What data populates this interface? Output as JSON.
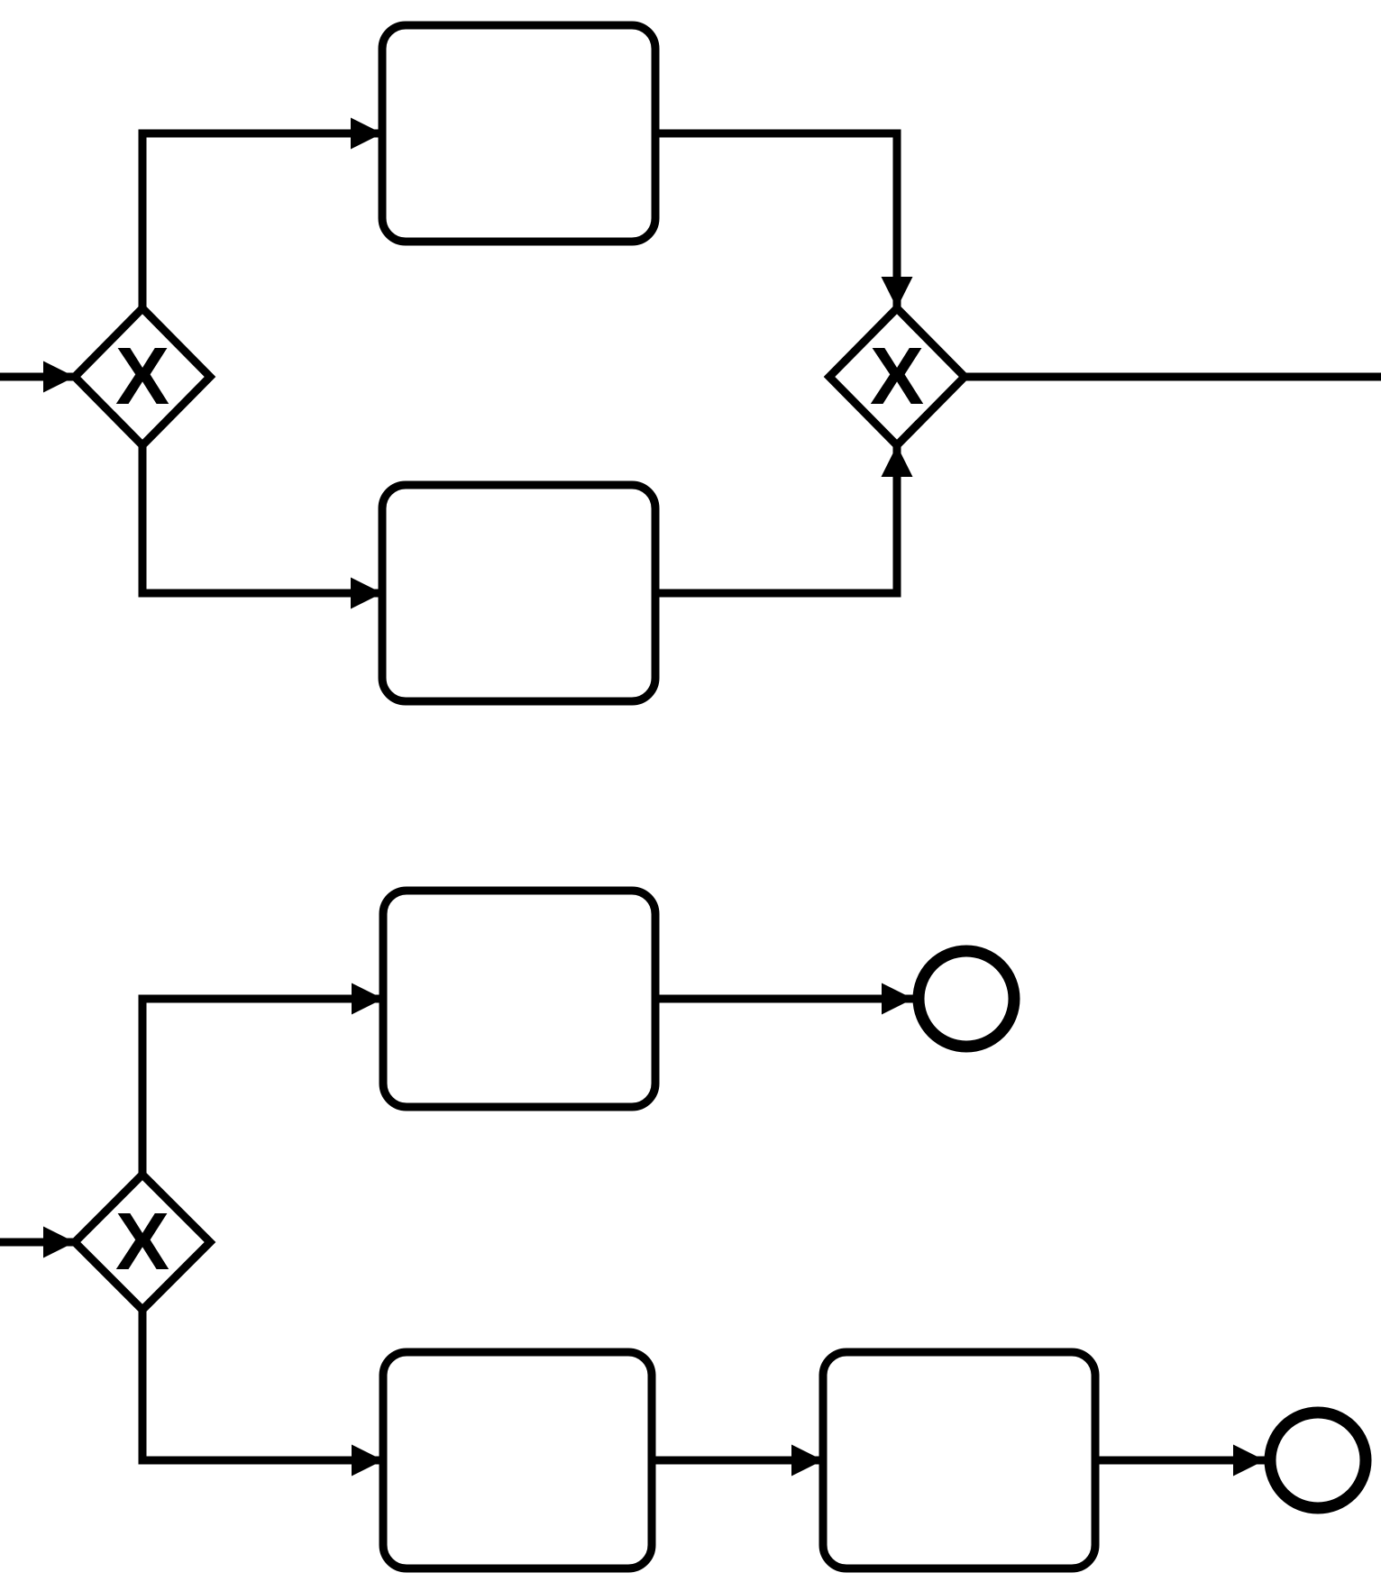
{
  "diagram": {
    "kind": "bpmn-process-fragments",
    "background_color": "#ffffff",
    "shape_fill_color": "#ffffff",
    "stroke_color": "#000000",
    "gateway_symbol": "X",
    "fragments": [
      {
        "id": "fragment-top",
        "nodes": [
          {
            "id": "xor-split-1",
            "type": "exclusive-gateway",
            "symbol": "X"
          },
          {
            "id": "task-1-top",
            "type": "task",
            "label": ""
          },
          {
            "id": "task-2-bottom",
            "type": "task",
            "label": ""
          },
          {
            "id": "xor-join-1",
            "type": "exclusive-gateway",
            "symbol": "X"
          }
        ],
        "edges": [
          {
            "from": "canvas-left-edge",
            "to": "xor-split-1"
          },
          {
            "from": "xor-split-1",
            "to": "task-1-top"
          },
          {
            "from": "task-1-top",
            "to": "xor-join-1"
          },
          {
            "from": "xor-split-1",
            "to": "task-2-bottom"
          },
          {
            "from": "task-2-bottom",
            "to": "xor-join-1"
          },
          {
            "from": "xor-join-1",
            "to": "canvas-right-edge"
          }
        ]
      },
      {
        "id": "fragment-bottom",
        "nodes": [
          {
            "id": "xor-split-2",
            "type": "exclusive-gateway",
            "symbol": "X"
          },
          {
            "id": "task-3",
            "type": "task",
            "label": ""
          },
          {
            "id": "end-event-1",
            "type": "end-event"
          },
          {
            "id": "task-4",
            "type": "task",
            "label": ""
          },
          {
            "id": "task-5",
            "type": "task",
            "label": ""
          },
          {
            "id": "end-event-2",
            "type": "end-event"
          }
        ],
        "edges": [
          {
            "from": "canvas-left-edge",
            "to": "xor-split-2"
          },
          {
            "from": "xor-split-2",
            "to": "task-3"
          },
          {
            "from": "task-3",
            "to": "end-event-1"
          },
          {
            "from": "xor-split-2",
            "to": "task-4"
          },
          {
            "from": "task-4",
            "to": "task-5"
          },
          {
            "from": "task-5",
            "to": "end-event-2"
          }
        ]
      }
    ]
  }
}
